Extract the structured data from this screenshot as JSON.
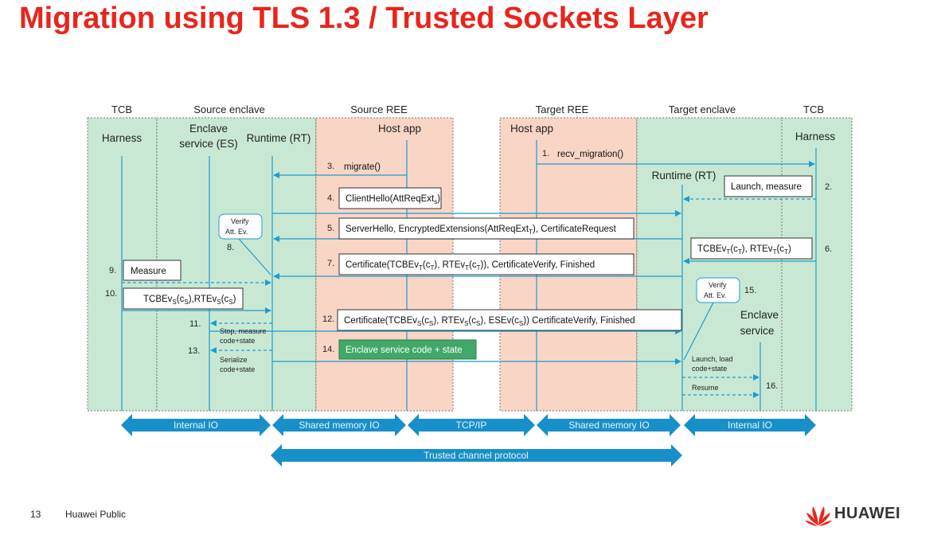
{
  "title": "Migration using TLS 1.3 / Trusted Sockets Layer",
  "footer": {
    "page_number": "13",
    "classification": "Huawei Public",
    "brand": "HUAWEI"
  },
  "colors": {
    "title": "#e8251c",
    "green_zone": "#c9e8d3",
    "pink_zone": "#f9d5c6",
    "arrow_blue": "#1e9bd0",
    "band_blue": "#1790c9",
    "highlight_green": "#42a86a"
  },
  "columns": {
    "tcb_left": "TCB",
    "source_enclave": "Source enclave",
    "source_ree": "Source REE",
    "target_ree": "Target REE",
    "target_enclave": "Target enclave",
    "tcb_right": "TCB"
  },
  "lifelines": {
    "harness_left": "Harness",
    "es_line1": "Enclave",
    "es_line2": "service (ES)",
    "runtime_left": "Runtime (RT)",
    "host_left": "Host app",
    "host_right": "Host app",
    "harness_right": "Harness",
    "runtime_right": "Runtime (RT)",
    "es_right_line1": "Enclave",
    "es_right_line2": "service"
  },
  "steps": {
    "s1": "1.",
    "s1_label": "recv_migration()",
    "s2": "2.",
    "s2_label": "Launch, measure",
    "s3": "3.",
    "s3_label": "migrate()",
    "s4": "4.",
    "s4_a": "ClientHello(AttReqExt",
    "s4_sub": "s",
    "s4_b": ")",
    "s5": "5.",
    "s5_a": "ServerHello, EncryptedExtensions(AttReqExt",
    "s5_sub": "T",
    "s5_b": "), CertificateRequest",
    "s6": "6.",
    "s6_a": "TCBEv",
    "s6_sub1": "T",
    "s6_b": "(c",
    "s6_sub2": "T",
    "s6_c": "), RTEv",
    "s6_sub3": "T",
    "s6_d": "(c",
    "s6_sub4": "T",
    "s6_e": ")",
    "s7": "7.",
    "s7_a": "Certificate(TCBEv",
    "s7_sub1": "T",
    "s7_b": "(c",
    "s7_sub2": "T",
    "s7_c": "), RTEv",
    "s7_sub3": "T",
    "s7_d": "(c",
    "s7_sub4": "T",
    "s7_e": ")), CertificateVerify, Finished",
    "s8": "8.",
    "s8_l1": "Verify",
    "s8_l2": "Att. Ev.",
    "s9": "9.",
    "s9_label": "Measure",
    "s10": "10.",
    "s10_a": "TCBEv",
    "s10_sub1": "S",
    "s10_b": "(c",
    "s10_sub2": "S",
    "s10_c": "),RTEv",
    "s10_sub3": "S",
    "s10_d": "(c",
    "s10_sub4": "S",
    "s10_e": ")",
    "s11": "11.",
    "s11_l1": "Stop, measure",
    "s11_l2": "code+state",
    "s12": "12.",
    "s12_a": "Certificate(TCBEv",
    "s12_sub1": "S",
    "s12_b": "(c",
    "s12_sub2": "S",
    "s12_c": "), RTEv",
    "s12_sub3": "S",
    "s12_d": "(c",
    "s12_sub4": "S",
    "s12_e": "), ESEv(c",
    "s12_sub5": "S",
    "s12_f": ")) CertificateVerify, Finished",
    "s13": "13.",
    "s13_l1": "Serialize",
    "s13_l2": "code+state",
    "s14": "14.",
    "s14_label": "Enclave service code + state",
    "s15": "15.",
    "s15_l1": "Verify",
    "s15_l2": "Att. Ev.",
    "s16": "16.",
    "s16_l1": "Launch, load",
    "s16_l2": "code+state",
    "s16_l3": "Resume"
  },
  "bands": {
    "internal_io_left": "Internal IO",
    "shared_mem_left": "Shared memory IO",
    "tcpip": "TCP/IP",
    "shared_mem_right": "Shared memory IO",
    "internal_io_right": "Internal IO",
    "trusted_channel": "Trusted channel protocol"
  }
}
